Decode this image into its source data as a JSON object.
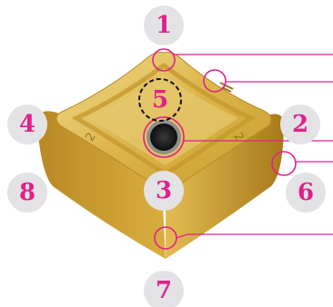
{
  "colors": {
    "accent": "#e0218a",
    "badge_fill": "#e3e3e6",
    "insert_gold_light": "#ead07a",
    "insert_gold": "#d2a83a",
    "insert_gold_dark": "#a8791a",
    "hole_dark": "#1f1f1f",
    "hole_rim": "#9a9a9a"
  },
  "insert_edge_marks": [
    "2",
    "2"
  ],
  "badges": [
    {
      "id": "1",
      "label": "1"
    },
    {
      "id": "2",
      "label": "2"
    },
    {
      "id": "3",
      "label": "3"
    },
    {
      "id": "4",
      "label": "4"
    },
    {
      "id": "5",
      "label": "5"
    },
    {
      "id": "6",
      "label": "6"
    },
    {
      "id": "7",
      "label": "7"
    },
    {
      "id": "8",
      "label": "8"
    }
  ],
  "callouts": [
    {
      "id": "corner-top",
      "marker": "circle"
    },
    {
      "id": "top-edge",
      "marker": "circle"
    },
    {
      "id": "center-hole",
      "marker": "circle"
    },
    {
      "id": "right-flank",
      "marker": "circle"
    },
    {
      "id": "bottom-flank",
      "marker": "circle"
    },
    {
      "id": "chip-breaker",
      "marker": "dashed-circle"
    }
  ]
}
